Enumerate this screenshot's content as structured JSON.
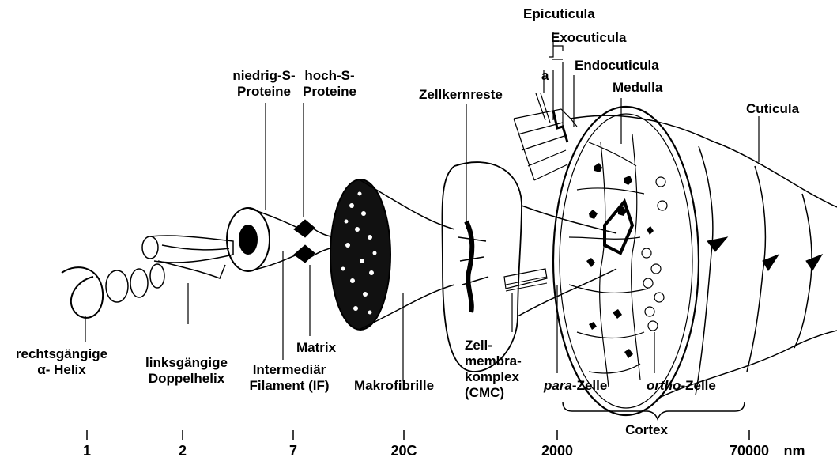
{
  "labels": {
    "epicuticula": "Epicuticula",
    "exocuticula": "Exocuticula",
    "endocuticula": "Endocuticula",
    "medulla": "Medulla",
    "a_marker": "a",
    "niedrig_1": "niedrig-S-",
    "niedrig_2": "Proteine",
    "hoch_1": "hoch-S-",
    "hoch_2": "Proteine",
    "zellkernreste": "Zellkernreste",
    "cuticula": "Cuticula",
    "helix_1": "rechtsgängige",
    "helix_2": "α- Helix",
    "doppel_1": "linksgängige",
    "doppel_2": "Doppelhelix",
    "matrix": "Matrix",
    "if_1": "Intermediär",
    "if_2": "Filament (IF)",
    "makrofibrille": "Makrofibrille",
    "cmc_1": "Zell-",
    "cmc_2": "membra-",
    "cmc_3": "komplex",
    "cmc_4": "(CMC)",
    "para_italic": "para",
    "para_rest": "-Zelle",
    "ortho_italic": "ortho",
    "ortho_rest": "-Zelle",
    "cortex": "Cortex"
  },
  "scale": {
    "ticks": [
      "1",
      "2",
      "7",
      "20C",
      "2000",
      "70000"
    ],
    "unit": "nm"
  }
}
